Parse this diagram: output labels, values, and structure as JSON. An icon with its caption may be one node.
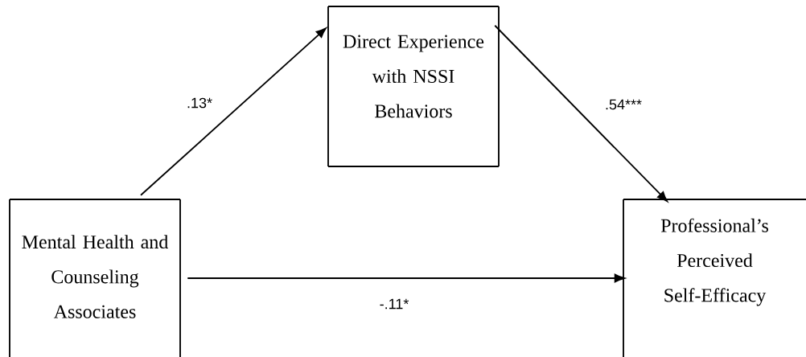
{
  "diagram": {
    "nodes": [
      {
        "text": [
          "Mental Health and Counseling Associates"
        ]
      },
      {
        "text": [
          "Direct Experience with NSSI Behaviors"
        ]
      },
      {
        "text": [
          "Professional’s Perceived Self-Efficacy"
        ]
      }
    ],
    "edges": [
      {
        "from": 0,
        "to": 1,
        "arrow": "to",
        "label": ".13*"
      },
      {
        "from": 1,
        "to": 2,
        "arrow": "to",
        "label": ".54***"
      },
      {
        "from": 0,
        "to": 2,
        "arrow": "to",
        "label": "-.11*"
      }
    ]
  }
}
